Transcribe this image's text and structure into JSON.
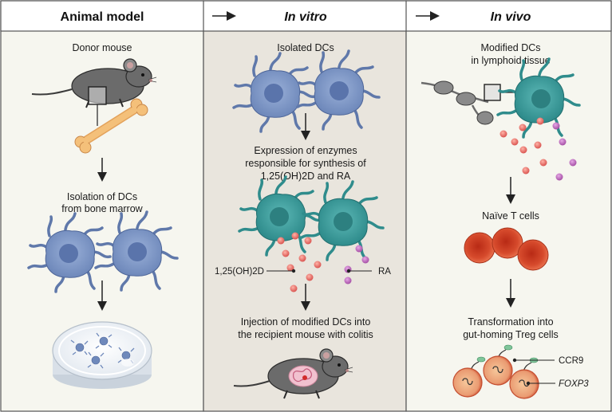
{
  "columns": {
    "animal_model": {
      "header": "Animal model",
      "donor": "Donor mouse",
      "isolation_line1": "Isolation of DCs",
      "isolation_line2": "from bone marrow"
    },
    "in_vitro": {
      "header": "In vitro",
      "isolated": "Isolated DCs",
      "expr_line1": "Expression of enzymes",
      "expr_line2": "responsible for synthesis of",
      "expr_line3": "1,25(OH)2D and RA",
      "label_vitd": "1,25(OH)2D",
      "label_ra": "RA",
      "inject_line1": "Injection of modified DCs into",
      "inject_line2": "the recipient mouse with colitis"
    },
    "in_vivo": {
      "header": "In vivo",
      "modified_line1": "Modified DCs",
      "modified_line2": "in lymphoid tissue",
      "naive": "Naïve T cells",
      "transform_line1": "Transformation into",
      "transform_line2": "gut-homing Treg cells",
      "label_ccr9": "CCR9",
      "label_foxp3": "FOXP3"
    }
  },
  "colors": {
    "panel_light": "#f6f6ef",
    "panel_mid": "#e9e5dd",
    "dc_blue": "#7f99c8",
    "dc_teal": "#3f9f9f",
    "vitd_red": "#e06060",
    "ra_purple": "#b868b8",
    "t_cell_red": "#d64a2c",
    "bone": "#f4c07a"
  }
}
